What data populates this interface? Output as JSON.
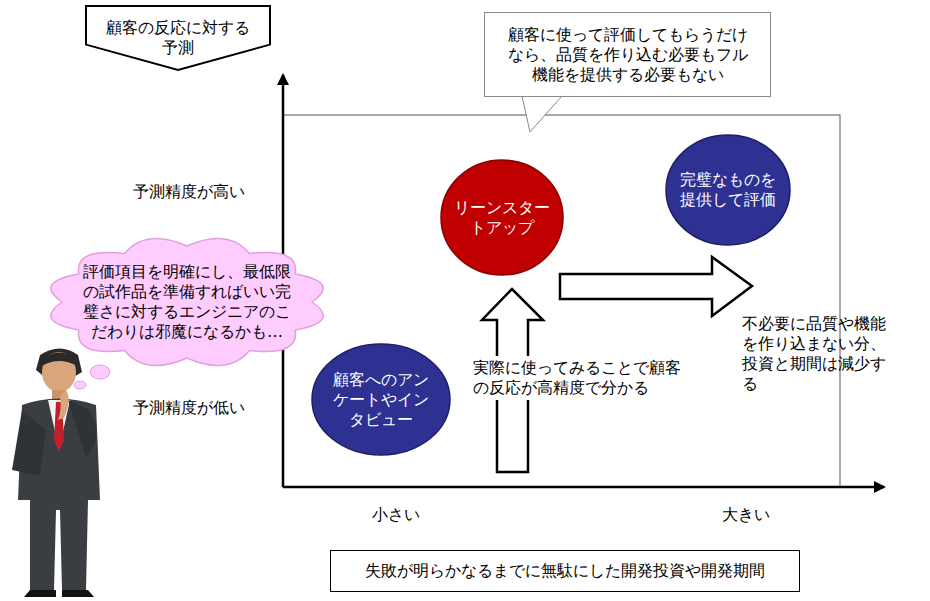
{
  "diagram": {
    "nodes": [
      {
        "text": [
          "顧客の反応に対する予測"
        ]
      },
      {
        "text": [
          "顧客に使って評価してもらうだけなら、品質を作り込む必要もフル機能を提供する必要もない"
        ]
      },
      {
        "text": [
          "リーンスタートアップ"
        ]
      },
      {
        "text": [
          "完璧なものを提供して評価"
        ]
      },
      {
        "text": [
          "評価項目を明確にし、最低限の試作品を準備すればいい完璧さに対するエンジニアのこだわりは邪魔になるかも…"
        ]
      },
      {
        "text": [
          "顧客へのアンケートやインタビュー"
        ]
      },
      {
        "text": [
          "失敗が明らかなるまでに無駄にした開発投資や開発期間"
        ]
      }
    ],
    "labels": [
      "予測精度が高い",
      "予測精度が低い",
      "小さい",
      "大きい",
      "不必要に品質や機能を作り込まない分、投資と期間は減少する",
      "実際に使ってみることで顧客の反応が高精度で分かる"
    ]
  }
}
